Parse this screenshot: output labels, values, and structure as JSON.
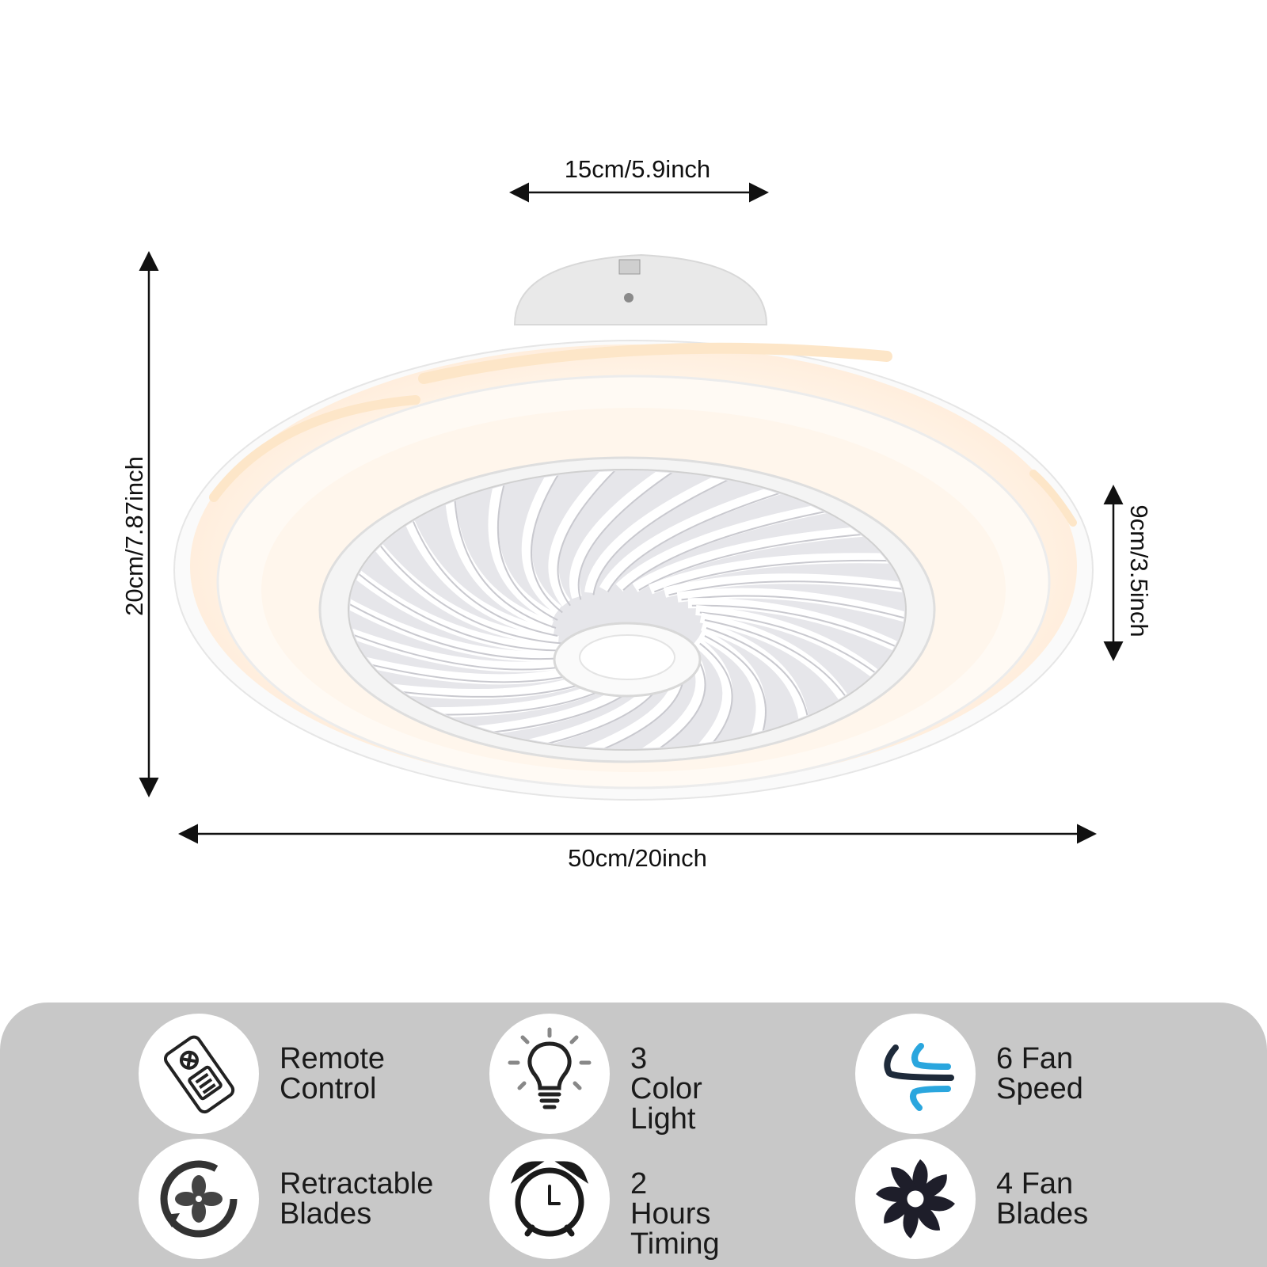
{
  "dimensions": {
    "top_width": "15cm/5.9inch",
    "overall_width": "50cm/20inch",
    "overall_height": "20cm/7.87inch",
    "body_height": "9cm/3.5inch"
  },
  "features": [
    {
      "line1": "Remote",
      "line2": "Control",
      "icon": "remote-control-icon"
    },
    {
      "line1": "3 Color",
      "line2": "Light",
      "icon": "light-bulb-icon"
    },
    {
      "line1": "6 Fan",
      "line2": "Speed",
      "icon": "wind-icon"
    },
    {
      "line1": "Retractable",
      "line2": "Blades",
      "icon": "retractable-fan-icon"
    },
    {
      "line1": "2 Hours",
      "line2": "Timing",
      "icon": "alarm-clock-icon"
    },
    {
      "line1": "4 Fan",
      "line2": "Blades",
      "icon": "fan-blades-icon"
    }
  ],
  "colors": {
    "panel": "#c8c8c8",
    "glow": "#fff2e2",
    "accent_blue": "#2aa6de",
    "icon_dark": "#1e1e2a"
  }
}
